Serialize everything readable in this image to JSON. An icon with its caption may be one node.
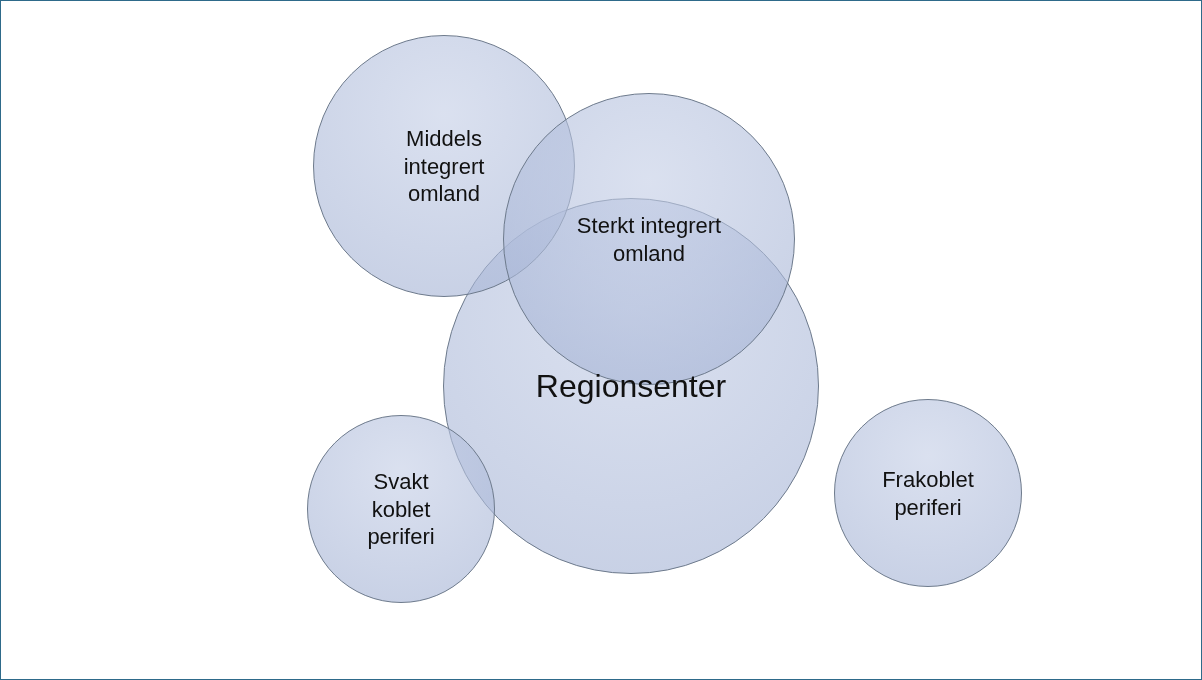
{
  "diagram": {
    "nodes": [
      {
        "text": [
          "Middels integrert omland"
        ]
      },
      {
        "text": [
          "Sterkt integrert omland"
        ]
      },
      {
        "text": [
          "Regionsenter"
        ]
      },
      {
        "text": [
          "Svakt koblet periferi"
        ]
      },
      {
        "text": [
          "Frakoblet periferi"
        ]
      }
    ]
  }
}
